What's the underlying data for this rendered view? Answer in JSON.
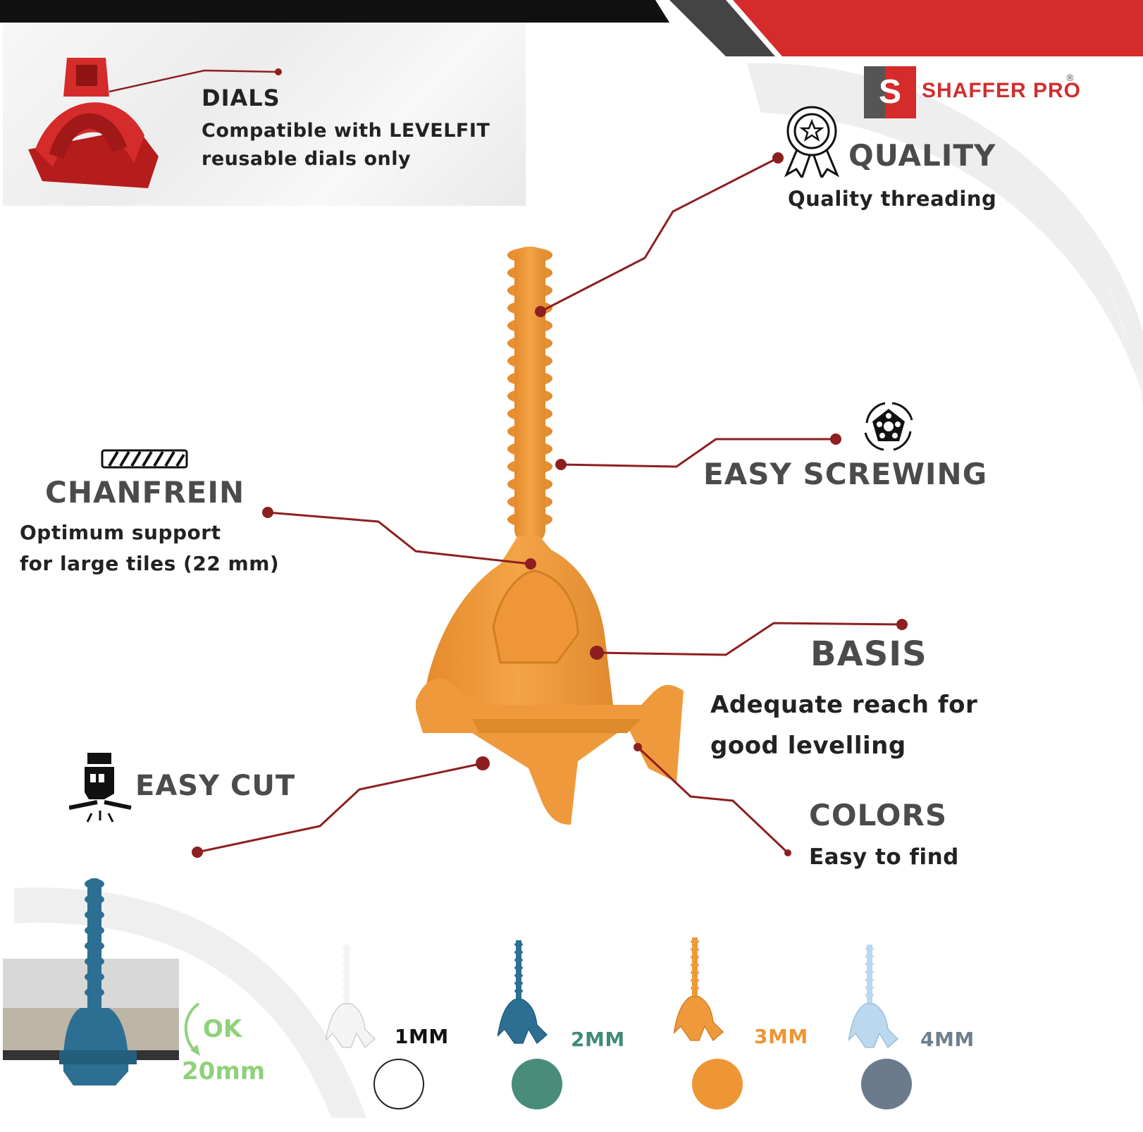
{
  "brand": {
    "name": "SHAFFER PRO",
    "registered": "®"
  },
  "features": {
    "dials": {
      "title": "DIALS",
      "line1": "Compatible with LEVELFIT",
      "line2": "reusable dials only"
    },
    "quality": {
      "title": "QUALITY",
      "subtitle": "Quality threading",
      "icon": "award-ribbon-icon"
    },
    "screwing": {
      "title": "EASY SCREWING",
      "icon": "rotating-dial-icon"
    },
    "chanfrein": {
      "title": "CHANFREIN",
      "line1": "Optimum support",
      "line2": "for large tiles (22 mm)",
      "icon": "hatched-bar-icon"
    },
    "basis": {
      "title": "BASIS",
      "line1": "Adequate reach for",
      "line2": "good levelling"
    },
    "cut": {
      "title": "EASY CUT",
      "icon": "hand-break-icon"
    },
    "colors": {
      "title": "COLORS",
      "subtitle": "Easy to find"
    }
  },
  "tile_demo": {
    "ok_label": "OK",
    "thickness_label": "20mm"
  },
  "sizes": [
    {
      "label": "1MM",
      "color": "#ffffff",
      "label_color": "#111111"
    },
    {
      "label": "2MM",
      "color": "#4a8c7a",
      "label_color": "#3f8a78"
    },
    {
      "label": "3MM",
      "color": "#ee9535",
      "label_color": "#ee9535"
    },
    {
      "label": "4MM",
      "color": "#6b7b8c",
      "label_color": "#6f7f8e"
    }
  ],
  "colors": {
    "accent_red": "#d52b2b",
    "leader_red": "#8e1f1f",
    "clip_orange": "#f09a3a",
    "clip_blue": "#2c6f93",
    "header_black": "#111111",
    "header_gray": "#444444"
  }
}
